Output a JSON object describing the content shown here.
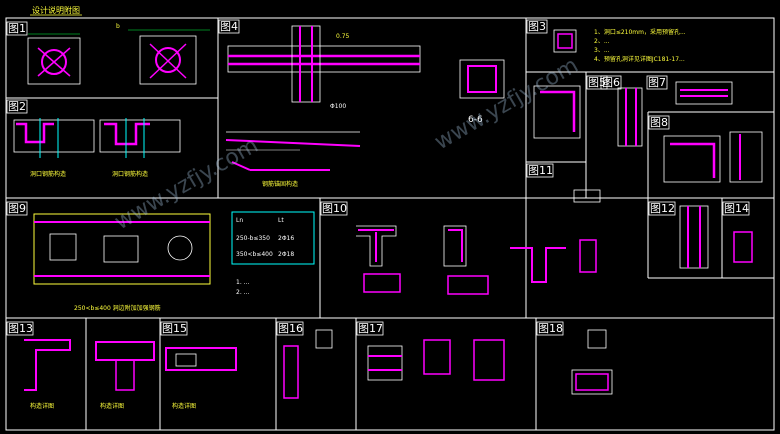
{
  "title": "设计说明附图",
  "panels": [
    {
      "id": "p1",
      "label": "图1"
    },
    {
      "id": "p2",
      "label": "图2"
    },
    {
      "id": "p3",
      "label": "图3"
    },
    {
      "id": "p4",
      "label": "图4"
    },
    {
      "id": "p5",
      "label": "图5"
    },
    {
      "id": "p6",
      "label": "图6"
    },
    {
      "id": "p7",
      "label": "图7"
    },
    {
      "id": "p8",
      "label": "图8"
    },
    {
      "id": "p9",
      "label": "图9"
    },
    {
      "id": "p10",
      "label": "图10"
    },
    {
      "id": "p11",
      "label": "图11"
    },
    {
      "id": "p12",
      "label": "图12"
    },
    {
      "id": "p13",
      "label": "图13"
    },
    {
      "id": "p14",
      "label": "图14"
    },
    {
      "id": "p15",
      "label": "图15"
    },
    {
      "id": "p16",
      "label": "图16"
    },
    {
      "id": "p17",
      "label": "图17"
    },
    {
      "id": "p18",
      "label": "图18"
    }
  ],
  "section_label": "6-6",
  "dim_label": "Φ100",
  "ratio_label": "0.75",
  "notes_top_right": [
    "1、洞口≤210mm，采用预留孔...",
    "2、...",
    "3、...",
    "4、预留孔洞详见详图JC181-17..."
  ],
  "table9": {
    "headers": [
      "Ln",
      "Lt"
    ],
    "rows": [
      [
        "250-b≤350",
        "2Φ16"
      ],
      [
        "350<b≤400",
        "2Φ18"
      ]
    ]
  },
  "caption9": "250<b≤400 洞边附加加强钢筋",
  "watermark": "www.yzfjy.com",
  "colors": {
    "bg": "#000000",
    "line": "#ffffff",
    "magenta": "#ff00ff",
    "cyan": "#00ffff",
    "yellow": "#ffff3c",
    "green": "#00ff40",
    "red": "#ff3030"
  }
}
